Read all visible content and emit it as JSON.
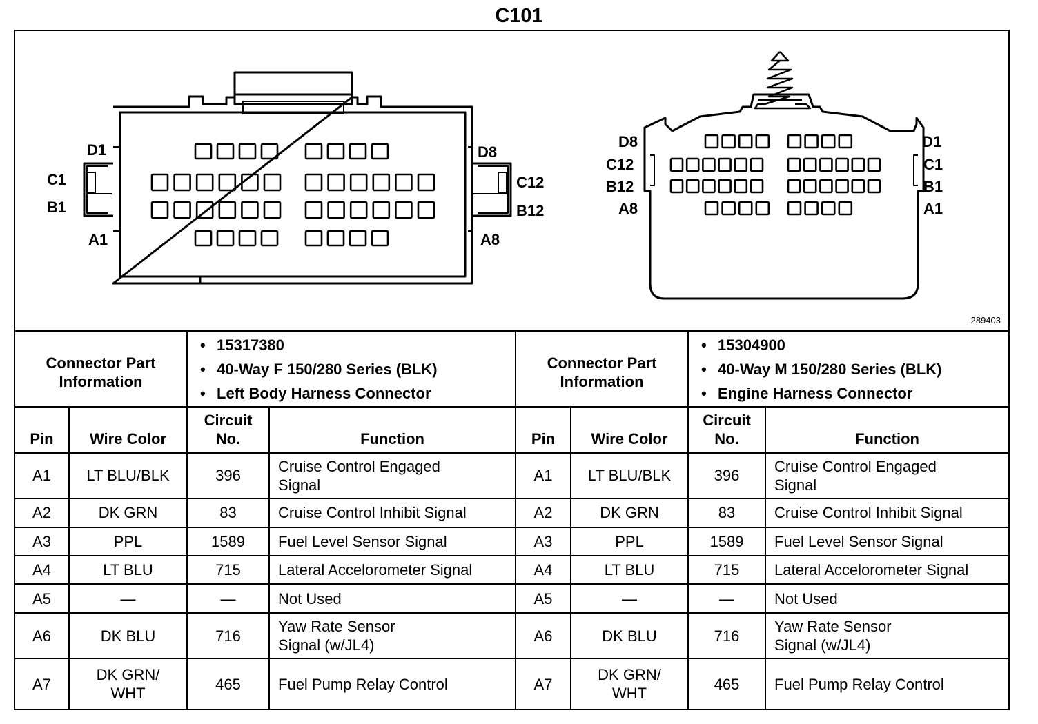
{
  "title": "C101",
  "doc_number": "289403",
  "connector_left": {
    "part_info_label": [
      "Connector Part",
      "Information"
    ],
    "info": [
      "15317380",
      "40-Way F 150/280 Series (BLK)",
      "Left Body Harness Connector"
    ],
    "pin_labels": {
      "d_left": "D1",
      "c_left": "C1",
      "b_left": "B1",
      "a_left": "A1",
      "d_right": "D8",
      "c_right": "C12",
      "b_right": "B12",
      "a_right": "A8"
    }
  },
  "connector_right": {
    "part_info_label": [
      "Connector Part",
      "Information"
    ],
    "info": [
      "15304900",
      "40-Way M 150/280 Series (BLK)",
      "Engine Harness Connector"
    ],
    "pin_labels": {
      "d_left": "D8",
      "c_left": "C12",
      "b_left": "B12",
      "a_left": "A8",
      "d_right": "D1",
      "c_right": "C1",
      "b_right": "B1",
      "a_right": "A1"
    }
  },
  "headers": {
    "pin": "Pin",
    "wire_color": "Wire Color",
    "circuit": [
      "Circuit",
      "No."
    ],
    "function": "Function"
  },
  "rows": [
    {
      "pin": "A1",
      "wire": [
        "LT BLU/BLK"
      ],
      "circuit": "396",
      "function": [
        "Cruise Control Engaged",
        "Signal"
      ]
    },
    {
      "pin": "A2",
      "wire": [
        "DK GRN"
      ],
      "circuit": "83",
      "function": [
        "Cruise Control Inhibit Signal"
      ]
    },
    {
      "pin": "A3",
      "wire": [
        "PPL"
      ],
      "circuit": "1589",
      "function": [
        "Fuel Level Sensor Signal"
      ]
    },
    {
      "pin": "A4",
      "wire": [
        "LT BLU"
      ],
      "circuit": "715",
      "function": [
        "Lateral Accelorometer Signal"
      ]
    },
    {
      "pin": "A5",
      "wire": [
        "—"
      ],
      "circuit": "—",
      "function": [
        "Not Used"
      ]
    },
    {
      "pin": "A6",
      "wire": [
        "DK BLU"
      ],
      "circuit": "716",
      "function": [
        "Yaw Rate Sensor",
        "Signal (w/JL4)"
      ]
    },
    {
      "pin": "A7",
      "wire": [
        "DK GRN/",
        "WHT"
      ],
      "circuit": "465",
      "function": [
        "Fuel Pump Relay Control"
      ]
    }
  ]
}
